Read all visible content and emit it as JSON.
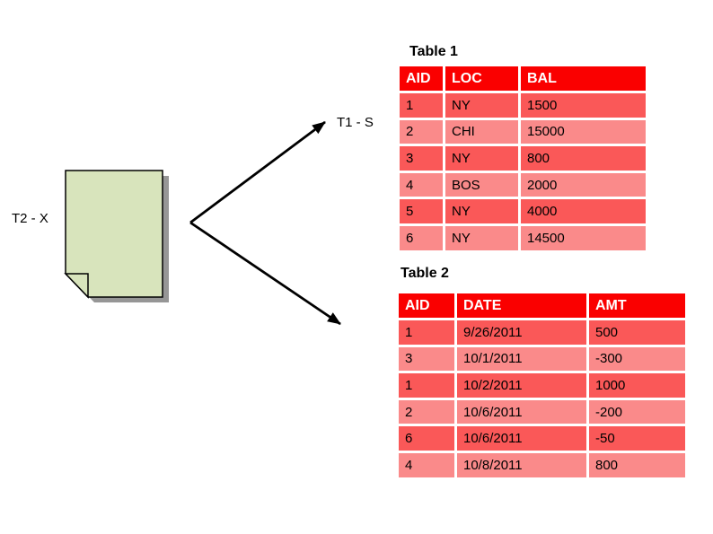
{
  "labels": {
    "t1_connector": "T1 - S",
    "t2_connector": "T2 - X"
  },
  "table1": {
    "title": "Table 1",
    "headers": [
      "AID",
      "LOC",
      "BAL"
    ],
    "rows": [
      [
        "1",
        "NY",
        "1500"
      ],
      [
        "2",
        "CHI",
        "15000"
      ],
      [
        "3",
        "NY",
        "800"
      ],
      [
        "4",
        "BOS",
        "2000"
      ],
      [
        "5",
        "NY",
        "4000"
      ],
      [
        "6",
        "NY",
        "14500"
      ]
    ]
  },
  "table2": {
    "title": "Table 2",
    "headers": [
      "AID",
      "DATE",
      "AMT"
    ],
    "rows": [
      [
        "1",
        "9/26/2011",
        "500"
      ],
      [
        "3",
        "10/1/2011",
        "-300"
      ],
      [
        "1",
        "10/2/2011",
        "1000"
      ],
      [
        "2",
        "10/6/2011",
        "-200"
      ],
      [
        "6",
        "10/6/2011",
        "-50"
      ],
      [
        "4",
        "10/8/2011",
        "800"
      ]
    ]
  },
  "colors": {
    "header_bg": "#fa0000",
    "row_dark": "#fa5858",
    "row_light": "#fa8a8a",
    "header_text": "#ffffff",
    "cell_text": "#000000",
    "doc_fill": "#d8e4bc",
    "doc_border": "#000000",
    "shadow": "#969696",
    "arrow": "#000000",
    "canvas_bg": "#ffffff"
  }
}
